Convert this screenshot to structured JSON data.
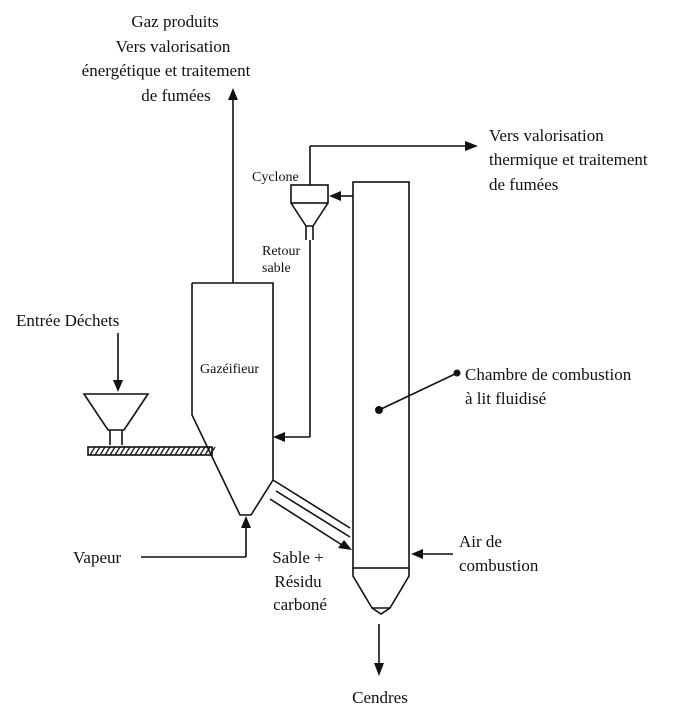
{
  "labels": {
    "gas_out_1": "Gaz produits",
    "gas_out_2": "Vers valorisation",
    "gas_out_3": "énergétique et traitement",
    "gas_out_4": "de fumées",
    "thermal_1": "Vers valorisation",
    "thermal_2": "thermique et traitement",
    "thermal_3": "de fumées",
    "cyclone": "Cyclone",
    "sand_return_1": "Retour",
    "sand_return_2": "sable",
    "waste_input": "Entrée Déchets",
    "gasifier": "Gazéifieur",
    "combustion_1": "Chambre de combustion",
    "combustion_2": "à lit fluidisé",
    "steam": "Vapeur",
    "sand_residue_1": "Sable +",
    "sand_residue_2": "Résidu",
    "sand_residue_3": "carboné",
    "air_1": "Air de",
    "air_2": "combustion",
    "ashes": "Cendres"
  }
}
